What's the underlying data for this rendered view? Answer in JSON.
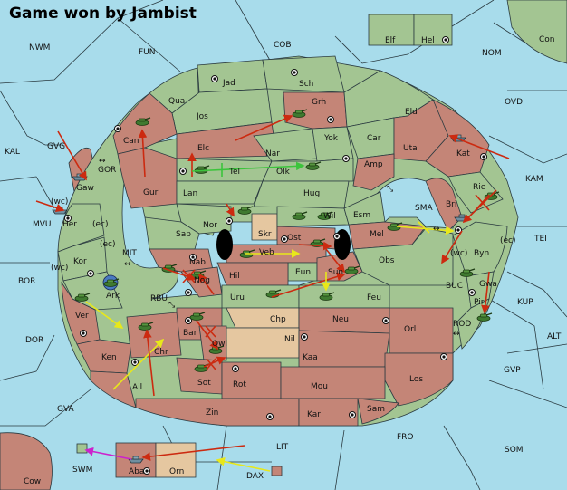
{
  "header": {
    "title": "Game won by Jambist"
  },
  "colors": {
    "sea": "#a8dceb",
    "green_power": "#a3c592",
    "red_power": "#c48577",
    "neutral": "#e5c7a0",
    "move_red": "#cc2a10",
    "move_yellow": "#e8e81a",
    "move_green": "#3cc43c",
    "move_magenta": "#cc22cc"
  },
  "provinces": {
    "Elf": "Elf",
    "Hel": "Hel",
    "Con": "Con",
    "NWM": "NWM",
    "FUN": "FUN",
    "COB": "COB",
    "NOM": "NOM",
    "OVD": "OVD",
    "KAL": "KAL",
    "GVG": "GVG",
    "GOR": "GOR",
    "KAM": "KAM",
    "MVU": "MVU",
    "MIT": "MIT",
    "BOR": "BOR",
    "RBU": "RBU",
    "SMA": "SMA",
    "TEI": "TEI",
    "BUC": "BUC",
    "KUP": "KUP",
    "ROD": "ROD",
    "DOR": "DOR",
    "ALT": "ALT",
    "GVP": "GVP",
    "GVA": "GVA",
    "LIT": "LIT",
    "FRO": "FRO",
    "SOM": "SOM",
    "SWM": "SWM",
    "DAX": "DAX",
    "Jad": "Jad",
    "Sch": "Sch",
    "Qua": "Qua",
    "Jos": "Jos",
    "Grh": "Grh",
    "Eld": "Eld",
    "Can": "Can",
    "Elc": "Elc",
    "Nar": "Nar",
    "Yok": "Yok",
    "Car": "Car",
    "Uta": "Uta",
    "Kat": "Kat",
    "Amp": "Amp",
    "Tel": "Tel",
    "Olk": "Olk",
    "Gaw": "Gaw",
    "Gur": "Gur",
    "Lan": "Lan",
    "Hug": "Hug",
    "Rie": "Rie",
    "Bri": "Bri",
    "Her": "Her",
    "Nor": "Nor",
    "Skr": "Skr",
    "Wil": "Wil",
    "Esm": "Esm",
    "Sap": "Sap",
    "Ost": "Ost",
    "Mel": "Mel",
    "Veb": "Veb",
    "Kor": "Kor",
    "Nab": "Nab",
    "Eun": "Eun",
    "Byn": "Byn",
    "Hil": "Hil",
    "Sun": "Sun",
    "Obs": "Obs",
    "Ark": "Ark",
    "Nog": "Nog",
    "Uru": "Uru",
    "Feu": "Feu",
    "Gwa": "Gwa",
    "Pir": "Pir",
    "Ver": "Ver",
    "Chp": "Chp",
    "Neu": "Neu",
    "Bar": "Bar",
    "Nil": "Nil",
    "Orl": "Orl",
    "Ken": "Ken",
    "Chr": "Chr",
    "Qwi": "Qwi",
    "Kaa": "Kaa",
    "Sot": "Sot",
    "Rot": "Rot",
    "Los": "Los",
    "Ail": "Ail",
    "Mou": "Mou",
    "Zin": "Zin",
    "Kar": "Kar",
    "Sam": "Sam",
    "Aba": "Aba",
    "Orn": "Orn",
    "Cow": "Cow"
  },
  "coast_labels": {
    "wc": "(wc)",
    "ec": "(ec)"
  },
  "move_glyphs": {
    "double_arrow": "↔",
    "diag_arrow": "⤡"
  }
}
